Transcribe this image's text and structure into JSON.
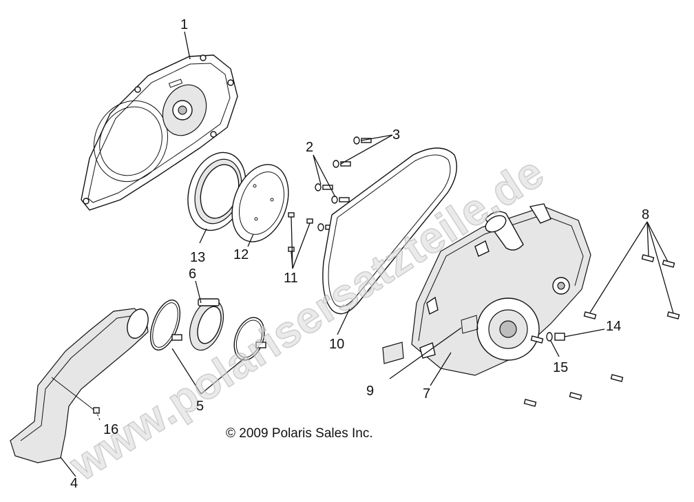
{
  "callouts": {
    "c1": "1",
    "c2": "2",
    "c3": "3",
    "c4": "4",
    "c5": "5",
    "c6": "6",
    "c7": "7",
    "c8": "8",
    "c9": "9",
    "c10": "10",
    "c11": "11",
    "c12": "12",
    "c13": "13",
    "c14": "14",
    "c15": "15",
    "c16": "16"
  },
  "copyright": "© 2009 Polaris Sales Inc.",
  "watermark": "www.polarisersatzteile.de"
}
